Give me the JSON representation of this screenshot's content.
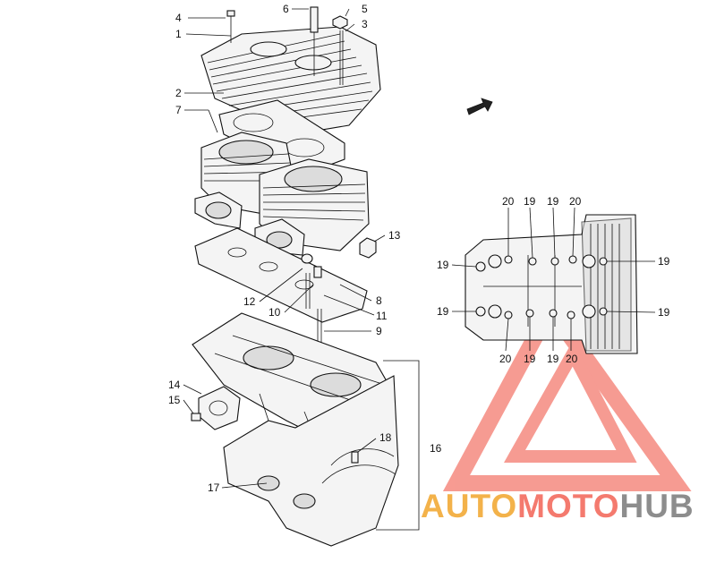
{
  "diagram": {
    "callouts": {
      "c1": "1",
      "c2": "2",
      "c3": "3",
      "c4": "4",
      "c5": "5",
      "c6": "6",
      "c7": "7",
      "c8": "8",
      "c9": "9",
      "c10": "10",
      "c11": "11",
      "c12": "12",
      "c13": "13",
      "c14": "14",
      "c15": "15",
      "c16": "16",
      "c17": "17",
      "c18": "18"
    },
    "detail_callouts": {
      "t20a": "20",
      "t19a": "19",
      "t19b": "19",
      "t20b": "20",
      "l19a": "19",
      "l19b": "19",
      "r19a": "19",
      "r19b": "19",
      "b20a": "20",
      "b19a": "19",
      "b19b": "19",
      "b20b": "20"
    },
    "front_arrow_label": "FWD"
  },
  "watermark": {
    "auto": "AUTO",
    "moto": "MOTO",
    "hub": "HUB",
    "colors": {
      "auto": "#f3b24a",
      "moto": "#f47a6e",
      "hub": "#8d8d8d",
      "logo": "#f47a6e"
    }
  }
}
